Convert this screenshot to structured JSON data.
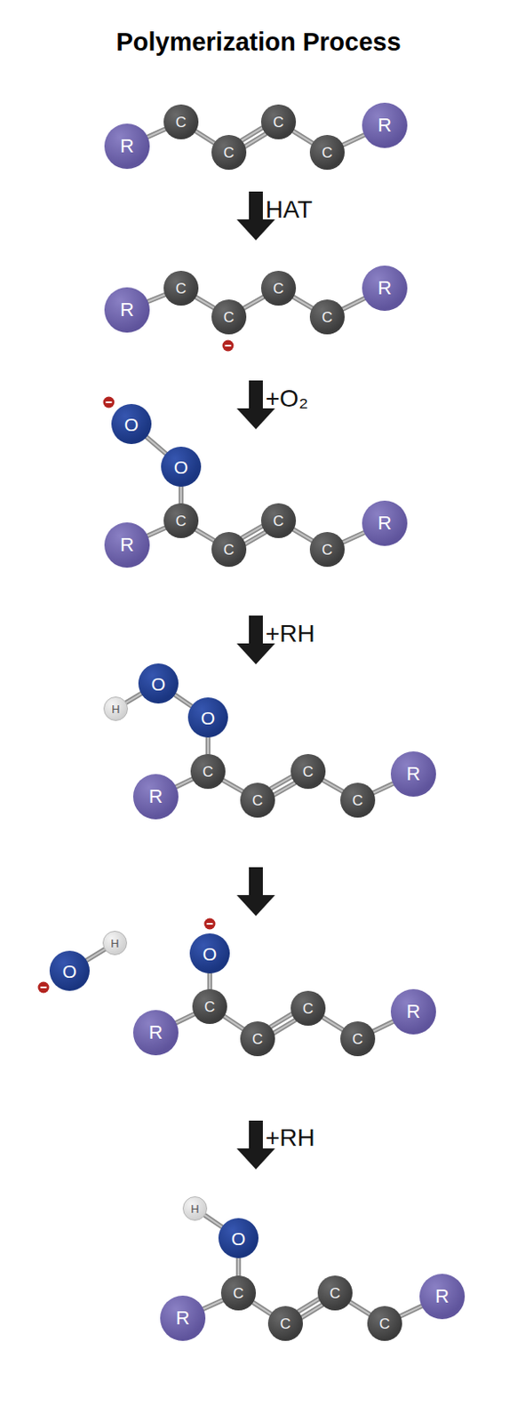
{
  "diagram": {
    "title": "Polymerization Process",
    "nodes": [
      {
        "text": [
          "R"
        ]
      },
      {
        "text": [
          "C"
        ]
      },
      {
        "text": [
          "C"
        ]
      },
      {
        "text": [
          "C"
        ]
      },
      {
        "text": [
          "C"
        ]
      },
      {
        "text": [
          "R"
        ]
      },
      {
        "text": [
          "R"
        ]
      },
      {
        "text": [
          "C"
        ]
      },
      {
        "text": [
          "C"
        ]
      },
      {
        "text": [
          "C"
        ]
      },
      {
        "text": [
          "C"
        ]
      },
      {
        "text": [
          "R"
        ]
      },
      {
        "text": [
          "O"
        ]
      },
      {
        "text": [
          "O"
        ]
      },
      {
        "text": [
          "R"
        ]
      },
      {
        "text": [
          "C"
        ]
      },
      {
        "text": [
          "C"
        ]
      },
      {
        "text": [
          "C"
        ]
      },
      {
        "text": [
          "C"
        ]
      },
      {
        "text": [
          "R"
        ]
      },
      {
        "text": [
          "H"
        ]
      },
      {
        "text": [
          "O"
        ]
      },
      {
        "text": [
          "O"
        ]
      },
      {
        "text": [
          "R"
        ]
      },
      {
        "text": [
          "C"
        ]
      },
      {
        "text": [
          "C"
        ]
      },
      {
        "text": [
          "C"
        ]
      },
      {
        "text": [
          "C"
        ]
      },
      {
        "text": [
          "R"
        ]
      },
      {
        "text": [
          "O"
        ]
      },
      {
        "text": [
          "H"
        ]
      },
      {
        "text": [
          "O"
        ]
      },
      {
        "text": [
          "R"
        ]
      },
      {
        "text": [
          "C"
        ]
      },
      {
        "text": [
          "C"
        ]
      },
      {
        "text": [
          "C"
        ]
      },
      {
        "text": [
          "C"
        ]
      },
      {
        "text": [
          "R"
        ]
      },
      {
        "text": [
          "H"
        ]
      },
      {
        "text": [
          "O"
        ]
      },
      {
        "text": [
          "R"
        ]
      },
      {
        "text": [
          "C"
        ]
      },
      {
        "text": [
          "C"
        ]
      },
      {
        "text": [
          "C"
        ]
      },
      {
        "text": [
          "C"
        ]
      },
      {
        "text": [
          "R"
        ]
      }
    ],
    "edges": [
      {
        "from": 0,
        "to": 1,
        "arrow": "none"
      },
      {
        "from": 1,
        "to": 2,
        "arrow": "none"
      },
      {
        "from": 2,
        "to": 3,
        "arrow": "none"
      },
      {
        "from": 3,
        "to": 4,
        "arrow": "none"
      },
      {
        "from": 4,
        "to": 5,
        "arrow": "none"
      },
      {
        "from": 6,
        "to": 7,
        "arrow": "none"
      },
      {
        "from": 7,
        "to": 8,
        "arrow": "none"
      },
      {
        "from": 8,
        "to": 9,
        "arrow": "none"
      },
      {
        "from": 9,
        "to": 10,
        "arrow": "none"
      },
      {
        "from": 10,
        "to": 11,
        "arrow": "none"
      },
      {
        "from": 12,
        "to": 13,
        "arrow": "none"
      },
      {
        "from": 13,
        "to": 15,
        "arrow": "none"
      },
      {
        "from": 14,
        "to": 15,
        "arrow": "none"
      },
      {
        "from": 15,
        "to": 16,
        "arrow": "none"
      },
      {
        "from": 16,
        "to": 17,
        "arrow": "none"
      },
      {
        "from": 17,
        "to": 18,
        "arrow": "none"
      },
      {
        "from": 18,
        "to": 19,
        "arrow": "none"
      },
      {
        "from": 20,
        "to": 21,
        "arrow": "none"
      },
      {
        "from": 21,
        "to": 22,
        "arrow": "none"
      },
      {
        "from": 22,
        "to": 24,
        "arrow": "none"
      },
      {
        "from": 23,
        "to": 24,
        "arrow": "none"
      },
      {
        "from": 24,
        "to": 25,
        "arrow": "none"
      },
      {
        "from": 25,
        "to": 26,
        "arrow": "none"
      },
      {
        "from": 26,
        "to": 27,
        "arrow": "none"
      },
      {
        "from": 27,
        "to": 28,
        "arrow": "none"
      },
      {
        "from": 29,
        "to": 30,
        "arrow": "none"
      },
      {
        "from": 31,
        "to": 33,
        "arrow": "none"
      },
      {
        "from": 32,
        "to": 33,
        "arrow": "none"
      },
      {
        "from": 33,
        "to": 34,
        "arrow": "none"
      },
      {
        "from": 34,
        "to": 35,
        "arrow": "none"
      },
      {
        "from": 35,
        "to": 36,
        "arrow": "none"
      },
      {
        "from": 36,
        "to": 37,
        "arrow": "none"
      },
      {
        "from": 38,
        "to": 39,
        "arrow": "none"
      },
      {
        "from": 39,
        "to": 41,
        "arrow": "none"
      },
      {
        "from": 40,
        "to": 41,
        "arrow": "none"
      },
      {
        "from": 41,
        "to": 42,
        "arrow": "none"
      },
      {
        "from": 42,
        "to": 43,
        "arrow": "none"
      },
      {
        "from": 43,
        "to": 44,
        "arrow": "none"
      },
      {
        "from": 44,
        "to": 45,
        "arrow": "none"
      }
    ],
    "labels": [
      "HAT",
      "+O₂",
      "+RH",
      "+RH"
    ]
  }
}
